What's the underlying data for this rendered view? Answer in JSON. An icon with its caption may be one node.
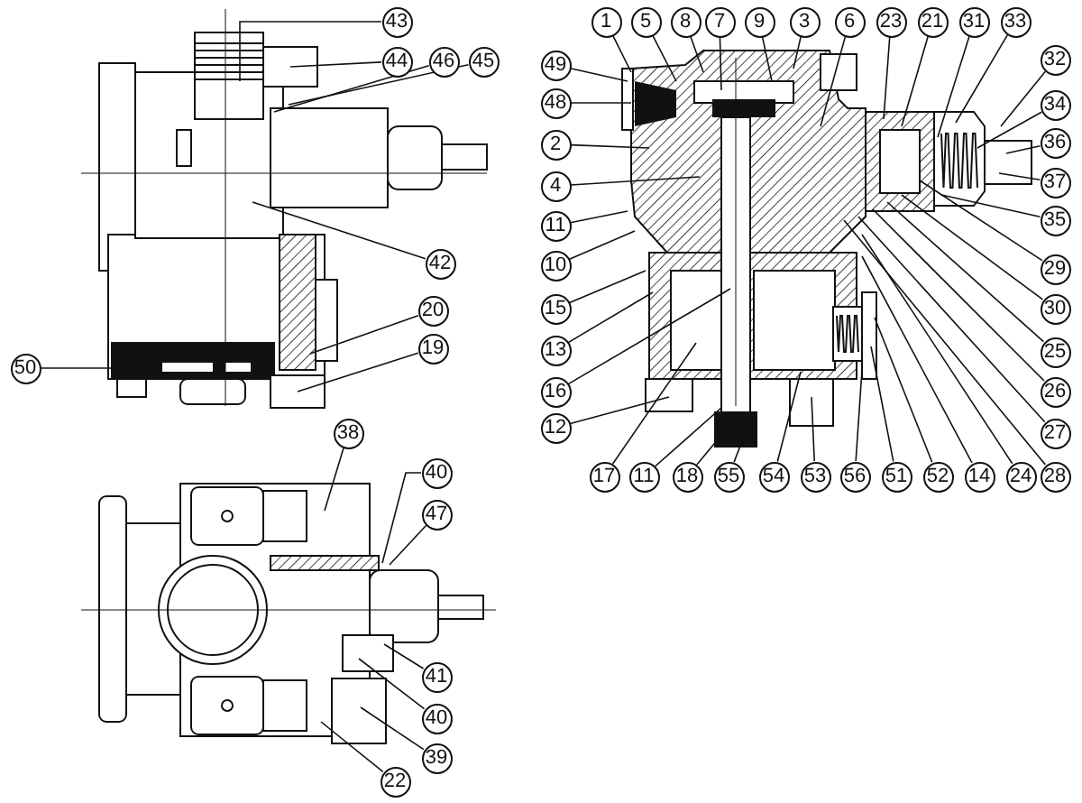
{
  "diagram": {
    "nodes": [
      {
        "text": [
          "43"
        ]
      },
      {
        "text": [
          "44"
        ]
      },
      {
        "text": [
          "46"
        ]
      },
      {
        "text": [
          "45"
        ]
      },
      {
        "text": [
          "42"
        ]
      },
      {
        "text": [
          "20"
        ]
      },
      {
        "text": [
          "19"
        ]
      },
      {
        "text": [
          "50"
        ]
      },
      {
        "text": [
          "1"
        ]
      },
      {
        "text": [
          "5"
        ]
      },
      {
        "text": [
          "8"
        ]
      },
      {
        "text": [
          "7"
        ]
      },
      {
        "text": [
          "9"
        ]
      },
      {
        "text": [
          "3"
        ]
      },
      {
        "text": [
          "6"
        ]
      },
      {
        "text": [
          "23"
        ]
      },
      {
        "text": [
          "21"
        ]
      },
      {
        "text": [
          "31"
        ]
      },
      {
        "text": [
          "33"
        ]
      },
      {
        "text": [
          "49"
        ]
      },
      {
        "text": [
          "48"
        ]
      },
      {
        "text": [
          "2"
        ]
      },
      {
        "text": [
          "4"
        ]
      },
      {
        "text": [
          "11"
        ]
      },
      {
        "text": [
          "10"
        ]
      },
      {
        "text": [
          "15"
        ]
      },
      {
        "text": [
          "13"
        ]
      },
      {
        "text": [
          "16"
        ]
      },
      {
        "text": [
          "12"
        ]
      },
      {
        "text": [
          "32"
        ]
      },
      {
        "text": [
          "34"
        ]
      },
      {
        "text": [
          "36"
        ]
      },
      {
        "text": [
          "37"
        ]
      },
      {
        "text": [
          "35"
        ]
      },
      {
        "text": [
          "29"
        ]
      },
      {
        "text": [
          "30"
        ]
      },
      {
        "text": [
          "25"
        ]
      },
      {
        "text": [
          "26"
        ]
      },
      {
        "text": [
          "27"
        ]
      },
      {
        "text": [
          "17"
        ]
      },
      {
        "text": [
          "11"
        ]
      },
      {
        "text": [
          "18"
        ]
      },
      {
        "text": [
          "55"
        ]
      },
      {
        "text": [
          "54"
        ]
      },
      {
        "text": [
          "53"
        ]
      },
      {
        "text": [
          "56"
        ]
      },
      {
        "text": [
          "51"
        ]
      },
      {
        "text": [
          "52"
        ]
      },
      {
        "text": [
          "14"
        ]
      },
      {
        "text": [
          "24"
        ]
      },
      {
        "text": [
          "28"
        ]
      },
      {
        "text": [
          "38"
        ]
      },
      {
        "text": [
          "40"
        ]
      },
      {
        "text": [
          "47"
        ]
      },
      {
        "text": [
          "41"
        ]
      },
      {
        "text": [
          "40"
        ]
      },
      {
        "text": [
          "39"
        ]
      },
      {
        "text": [
          "22"
        ]
      }
    ],
    "edges": [
      {
        "from": 0,
        "to": null,
        "arrow": "none"
      },
      {
        "from": 1,
        "to": null,
        "arrow": "none"
      },
      {
        "from": 2,
        "to": null,
        "arrow": "none"
      },
      {
        "from": 3,
        "to": null,
        "arrow": "none"
      },
      {
        "from": 4,
        "to": null,
        "arrow": "none"
      },
      {
        "from": 5,
        "to": null,
        "arrow": "none"
      },
      {
        "from": 6,
        "to": null,
        "arrow": "none"
      },
      {
        "from": 7,
        "to": null,
        "arrow": "none"
      },
      {
        "from": 8,
        "to": null,
        "arrow": "none"
      },
      {
        "from": 9,
        "to": null,
        "arrow": "none"
      },
      {
        "from": 10,
        "to": null,
        "arrow": "none"
      },
      {
        "from": 11,
        "to": null,
        "arrow": "none"
      },
      {
        "from": 12,
        "to": null,
        "arrow": "none"
      },
      {
        "from": 13,
        "to": null,
        "arrow": "none"
      },
      {
        "from": 14,
        "to": null,
        "arrow": "none"
      },
      {
        "from": 15,
        "to": null,
        "arrow": "none"
      },
      {
        "from": 16,
        "to": null,
        "arrow": "none"
      },
      {
        "from": 17,
        "to": null,
        "arrow": "none"
      },
      {
        "from": 18,
        "to": null,
        "arrow": "none"
      },
      {
        "from": 19,
        "to": null,
        "arrow": "none"
      },
      {
        "from": 20,
        "to": null,
        "arrow": "none"
      },
      {
        "from": 21,
        "to": null,
        "arrow": "none"
      },
      {
        "from": 22,
        "to": null,
        "arrow": "none"
      },
      {
        "from": 23,
        "to": null,
        "arrow": "none"
      },
      {
        "from": 24,
        "to": null,
        "arrow": "none"
      },
      {
        "from": 25,
        "to": null,
        "arrow": "none"
      },
      {
        "from": 26,
        "to": null,
        "arrow": "none"
      },
      {
        "from": 27,
        "to": null,
        "arrow": "none"
      },
      {
        "from": 28,
        "to": null,
        "arrow": "none"
      },
      {
        "from": 29,
        "to": null,
        "arrow": "none"
      },
      {
        "from": 30,
        "to": null,
        "arrow": "none"
      },
      {
        "from": 31,
        "to": null,
        "arrow": "none"
      },
      {
        "from": 32,
        "to": null,
        "arrow": "none"
      },
      {
        "from": 33,
        "to": null,
        "arrow": "none"
      },
      {
        "from": 34,
        "to": null,
        "arrow": "none"
      },
      {
        "from": 35,
        "to": null,
        "arrow": "none"
      },
      {
        "from": 36,
        "to": null,
        "arrow": "none"
      },
      {
        "from": 37,
        "to": null,
        "arrow": "none"
      },
      {
        "from": 38,
        "to": null,
        "arrow": "none"
      },
      {
        "from": 39,
        "to": null,
        "arrow": "none"
      },
      {
        "from": 40,
        "to": null,
        "arrow": "none"
      },
      {
        "from": 41,
        "to": null,
        "arrow": "none"
      },
      {
        "from": 42,
        "to": null,
        "arrow": "none"
      },
      {
        "from": 43,
        "to": null,
        "arrow": "none"
      },
      {
        "from": 44,
        "to": null,
        "arrow": "none"
      },
      {
        "from": 45,
        "to": null,
        "arrow": "none"
      },
      {
        "from": 46,
        "to": null,
        "arrow": "none"
      },
      {
        "from": 47,
        "to": null,
        "arrow": "none"
      },
      {
        "from": 48,
        "to": null,
        "arrow": "none"
      },
      {
        "from": 49,
        "to": null,
        "arrow": "none"
      },
      {
        "from": 50,
        "to": null,
        "arrow": "none"
      },
      {
        "from": 51,
        "to": null,
        "arrow": "none"
      },
      {
        "from": 52,
        "to": null,
        "arrow": "none"
      },
      {
        "from": 53,
        "to": null,
        "arrow": "none"
      },
      {
        "from": 54,
        "to": null,
        "arrow": "none"
      },
      {
        "from": 55,
        "to": null,
        "arrow": "none"
      },
      {
        "from": 56,
        "to": null,
        "arrow": "none"
      },
      {
        "from": 57,
        "to": null,
        "arrow": "none"
      }
    ]
  }
}
